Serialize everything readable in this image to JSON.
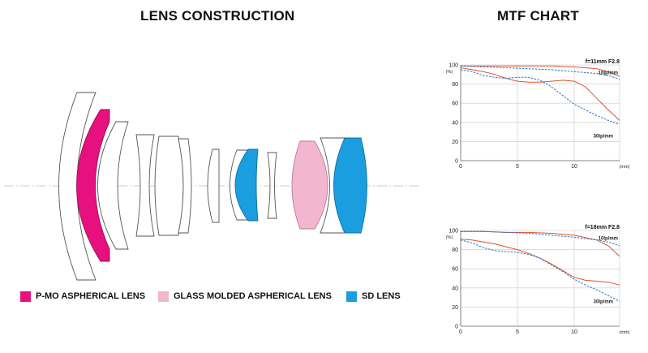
{
  "headings": {
    "lens_construction": "LENS CONSTRUCTION",
    "mtf_chart": "MTF CHART"
  },
  "legend": [
    {
      "label": "P-MO ASPHERICAL LENS",
      "color": "#e6117e"
    },
    {
      "label": "GLASS MOLDED ASPHERICAL LENS",
      "color": "#f2b6cf"
    },
    {
      "label": "SD LENS",
      "color": "#1a9ee0"
    }
  ],
  "colors": {
    "outline": "#555555",
    "axis": "#c8c8c8",
    "sagittal": "#e0502a",
    "meridional": "#2a73c6"
  },
  "chart_data": [
    {
      "type": "line",
      "caption": "f=11mm F2.8",
      "ylabel": "(%)",
      "xlabel": "(mm)",
      "xlim": [
        0,
        14
      ],
      "ylim": [
        0,
        100
      ],
      "x_ticks": [
        "0",
        "5",
        "10"
      ],
      "y_ticks": [
        "100",
        "80",
        "60",
        "40",
        "20",
        "0"
      ],
      "annotations": [
        "10lp/mm",
        "30lp/mm"
      ],
      "series": [
        {
          "style": "solid",
          "x": [
            0,
            2,
            4,
            6,
            8,
            10,
            12,
            13,
            14
          ],
          "y": [
            99,
            99,
            99,
            99,
            99,
            98,
            96,
            93,
            88
          ]
        },
        {
          "style": "dashed",
          "x": [
            0,
            2,
            4,
            6,
            8,
            10,
            12,
            13,
            14
          ],
          "y": [
            99,
            98,
            97,
            96,
            95,
            93,
            91,
            89,
            85
          ]
        },
        {
          "style": "solid",
          "x": [
            0,
            1,
            2,
            3,
            4,
            5,
            6,
            7,
            8,
            9,
            10,
            11,
            12,
            13,
            14
          ],
          "y": [
            97,
            95,
            93,
            90,
            86,
            83,
            82,
            82,
            83,
            84,
            83,
            77,
            65,
            53,
            42
          ]
        },
        {
          "style": "dashed",
          "x": [
            0,
            1,
            2,
            3,
            4,
            5,
            6,
            7,
            8,
            9,
            10,
            11,
            12,
            13,
            14
          ],
          "y": [
            95,
            93,
            89,
            87,
            86,
            87,
            87,
            84,
            77,
            68,
            59,
            53,
            47,
            42,
            38
          ]
        }
      ]
    },
    {
      "type": "line",
      "caption": "f=18mm F2.8",
      "ylabel": "(%)",
      "xlabel": "(mm)",
      "xlim": [
        0,
        14
      ],
      "ylim": [
        0,
        100
      ],
      "x_ticks": [
        "0",
        "5",
        "10"
      ],
      "y_ticks": [
        "100",
        "80",
        "60",
        "40",
        "20",
        "0"
      ],
      "annotations": [
        "10lp/mm",
        "30lp/mm"
      ],
      "series": [
        {
          "style": "solid",
          "x": [
            0,
            2,
            4,
            6,
            8,
            10,
            12,
            13,
            14
          ],
          "y": [
            99,
            99,
            98,
            98,
            97,
            95,
            90,
            84,
            73
          ]
        },
        {
          "style": "dashed",
          "x": [
            0,
            2,
            4,
            6,
            8,
            10,
            12,
            13,
            14
          ],
          "y": [
            99,
            99,
            98,
            97,
            95,
            93,
            90,
            88,
            84
          ]
        },
        {
          "style": "solid",
          "x": [
            0,
            1,
            2,
            3,
            4,
            5,
            6,
            7,
            8,
            9,
            10,
            11,
            12,
            13,
            14
          ],
          "y": [
            91,
            90,
            88,
            86,
            83,
            80,
            76,
            71,
            65,
            58,
            51,
            48,
            47,
            46,
            43
          ]
        },
        {
          "style": "dashed",
          "x": [
            0,
            1,
            2,
            3,
            4,
            5,
            6,
            7,
            8,
            9,
            10,
            11,
            12,
            13,
            14
          ],
          "y": [
            90,
            87,
            82,
            79,
            78,
            77,
            75,
            71,
            64,
            57,
            49,
            43,
            38,
            32,
            26
          ]
        }
      ]
    }
  ]
}
